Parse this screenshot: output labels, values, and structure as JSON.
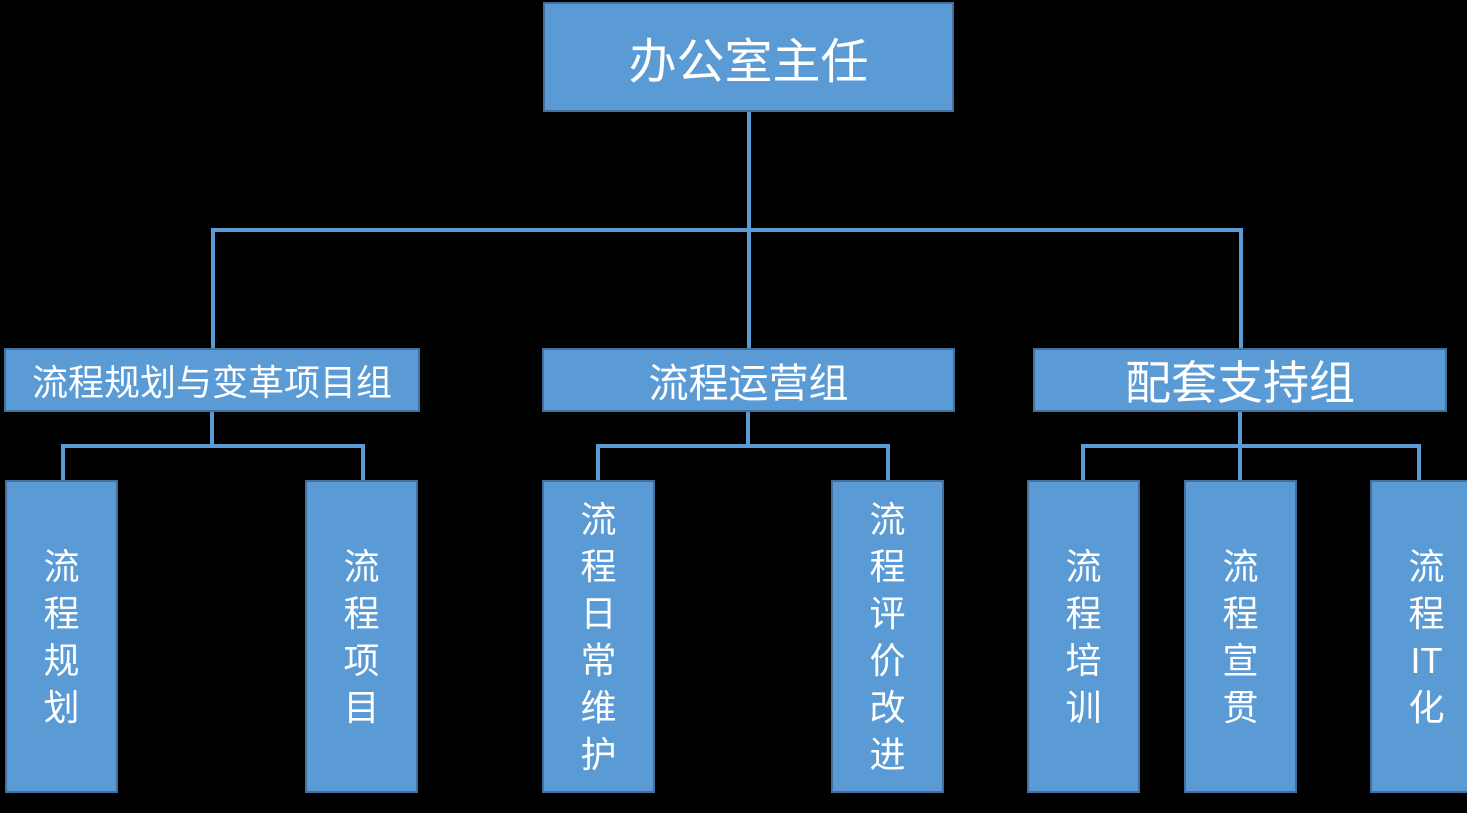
{
  "palette": {
    "background": "#000000",
    "box_fill": "#5B9BD5",
    "box_border": "#41719C",
    "connector": "#5B9BD5",
    "text": "#FFFFFF"
  },
  "chart": {
    "type": "org-chart",
    "root_label": "办公室主任",
    "groups": [
      {
        "label": "流程规划与变革项目组",
        "leaves": [
          [
            "流",
            "程",
            "规",
            "划"
          ],
          [
            "流",
            "程",
            "项",
            "目"
          ]
        ]
      },
      {
        "label": "流程运营组",
        "leaves": [
          [
            "流",
            "程",
            "日",
            "常",
            "维",
            "护"
          ],
          [
            "流",
            "程",
            "评",
            "价",
            "改",
            "进"
          ]
        ]
      },
      {
        "label": "配套支持组",
        "leaves": [
          [
            "流",
            "程",
            "培",
            "训"
          ],
          [
            "流",
            "程",
            "宣",
            "贯"
          ],
          [
            "流",
            "程",
            "IT",
            "化"
          ]
        ]
      }
    ]
  }
}
